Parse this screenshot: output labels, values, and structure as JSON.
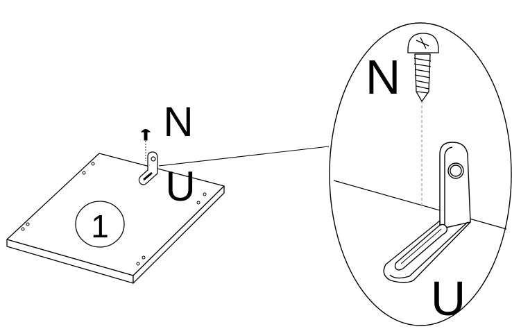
{
  "diagram": {
    "panel_number": "1",
    "screw_label": "N",
    "bracket_label": "U",
    "detail": {
      "screw_label": "N",
      "bracket_label": "U"
    }
  },
  "colors": {
    "line": "#000000",
    "guide": "#888888",
    "background": "#ffffff"
  },
  "icons": [
    "screw-icon",
    "l-bracket-icon",
    "magnifier-callout"
  ]
}
